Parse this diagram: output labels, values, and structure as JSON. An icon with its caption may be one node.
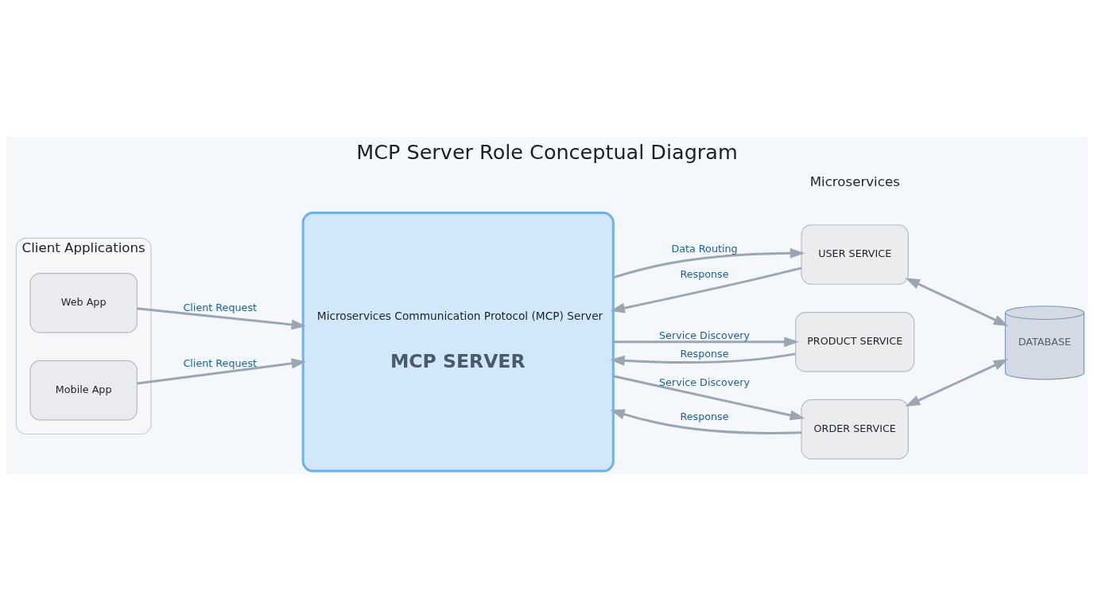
{
  "diagram": {
    "title": "MCP Server Role Conceptual Diagram",
    "nodes": [
      {
        "text": [
          "Client Applications"
        ]
      },
      {
        "text": [
          "Web App"
        ],
        "in": 0
      },
      {
        "text": [
          "Mobile App"
        ],
        "in": 0
      },
      {
        "text": [
          "Microservices Communication Protocol (MCP) Server",
          "MCP SERVER"
        ]
      },
      {
        "text": [
          "USER SERVICE"
        ]
      },
      {
        "text": [
          "PRODUCT SERVICE"
        ]
      },
      {
        "text": [
          "ORDER SERVICE"
        ]
      },
      {
        "text": [
          "DATABASE"
        ]
      }
    ],
    "edges": [
      {
        "from": 1,
        "to": 3,
        "arrow": "to",
        "label": "Client Request"
      },
      {
        "from": 2,
        "to": 3,
        "arrow": "to",
        "label": "Client Request"
      },
      {
        "from": 3,
        "to": 4,
        "arrow": "to",
        "label": "Data Routing"
      },
      {
        "from": 4,
        "to": 3,
        "arrow": "to",
        "label": "Response"
      },
      {
        "from": 3,
        "to": 5,
        "arrow": "to",
        "label": "Service Discovery"
      },
      {
        "from": 5,
        "to": 3,
        "arrow": "to",
        "label": "Response"
      },
      {
        "from": 3,
        "to": 6,
        "arrow": "to",
        "label": "Service Discovery"
      },
      {
        "from": 6,
        "to": 3,
        "arrow": "to",
        "label": "Response"
      },
      {
        "from": 4,
        "to": 7,
        "arrow": "both"
      },
      {
        "from": 6,
        "to": 7,
        "arrow": "both"
      }
    ],
    "labels": [
      "Microservices"
    ]
  }
}
